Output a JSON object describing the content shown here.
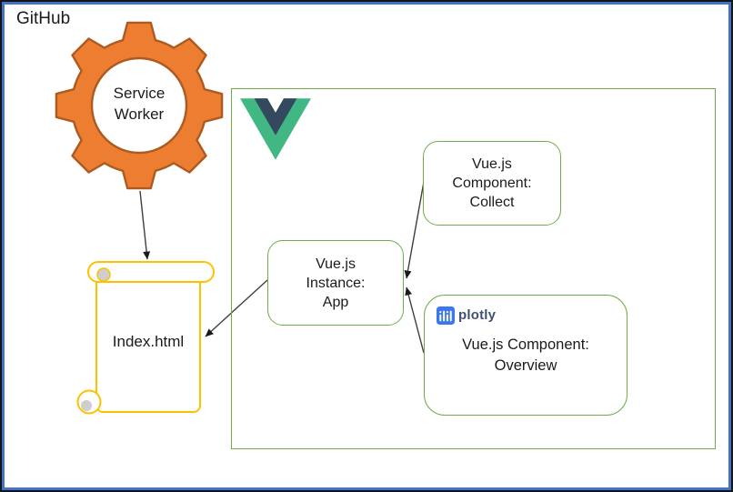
{
  "page": {
    "title": "GitHub"
  },
  "colors": {
    "outer_border": "#14141c",
    "frame_border": "#4472C4",
    "container_border": "#70AD47",
    "node_border": "#70AD47",
    "gear_fill": "#ED7D31",
    "gear_stroke": "#AC5A20",
    "scroll_stroke": "#FFC000",
    "scroll_shade": "#CFCDCD",
    "arrow": "#3f3f3f",
    "vue_green": "#41B883",
    "vue_navy": "#34495E",
    "plotly_blue": "#3A76F0",
    "plotly_text": "#3F4F75",
    "text": "#1a1a1a"
  },
  "nodes": {
    "service_worker": {
      "label": "Service\nWorker",
      "shape": "gear"
    },
    "index_html": {
      "label": "Index.html",
      "shape": "scroll"
    },
    "vue_app": {
      "label": "Vue.js\nInstance:\nApp"
    },
    "vue_collect": {
      "label": "Vue.js\nComponent:\nCollect"
    },
    "vue_overview": {
      "label": "Vue.js Component:\nOverview"
    }
  },
  "icons": {
    "vue_logo": "vuejs-logo",
    "plotly_logo": "plotly-logo",
    "plotly_wordmark": "plotly"
  },
  "edges": [
    {
      "from": "service_worker",
      "to": "index_html"
    },
    {
      "from": "vue_app",
      "to": "index_html"
    },
    {
      "from": "vue_collect",
      "to": "vue_app"
    },
    {
      "from": "vue_overview",
      "to": "vue_app"
    }
  ]
}
